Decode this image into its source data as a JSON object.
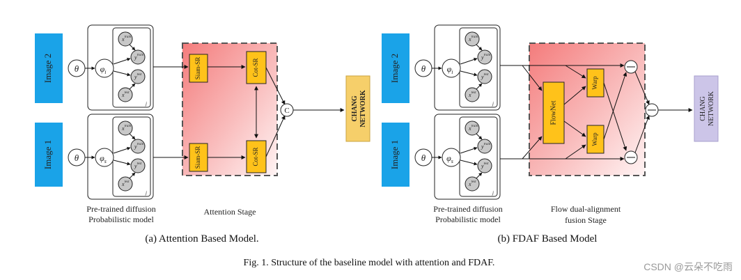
{
  "panel_a": {
    "image_top": "Image 2",
    "image_bottom": "Image 1",
    "theta": "θ",
    "phi_top": "φ",
    "phi_top_sub": "i",
    "phi_bottom": "φ",
    "phi_bottom_sub": "s",
    "plate_index": "j",
    "node_x_train": "x",
    "node_x_train_sup": "train",
    "node_y_train": "y",
    "node_y_train_sup": "train",
    "node_y_test": "y",
    "node_y_test_sup": "test",
    "node_x_test": "x",
    "node_x_test_sup": "test",
    "node_sub": "i,j",
    "siam_top": "Siam-SR",
    "siam_bottom": "Siam-SR",
    "cot_top": "Cot-SR",
    "cot_bottom": "Cot-SR",
    "concat_symbol": "C",
    "network_line1": "CHANG",
    "network_line2": "NETWORK",
    "model_label_line1": "Pre-trained diffusion",
    "model_label_line2": "Probabilistic model",
    "stage_label": "Attention Stage",
    "caption": "(a) Attention Based Model."
  },
  "panel_b": {
    "image_top": "Image 2",
    "image_bottom": "Image 1",
    "theta": "θ",
    "phi_top": "φ",
    "phi_top_sub": "i",
    "phi_bottom": "φ",
    "phi_bottom_sub": "s",
    "flownet": "FlowNet",
    "warp_top": "Warp",
    "warp_bottom": "Warp",
    "network_line1": "CHANG",
    "network_line2": "NETWORK",
    "model_label_line1": "Pre-trained diffusion",
    "model_label_line2": "Probabilistic model",
    "stage_label_line1": "Flow dual-alignment",
    "stage_label_line2": "fusion Stage",
    "caption": "(b) FDAF Based Model"
  },
  "figure_caption": "Fig. 1. Structure of the baseline model with attention and FDAF.",
  "watermark": "CSDN @云朵不吃雨",
  "colors": {
    "image_box": "#1aa3e8",
    "orange_box": "#ffc21a",
    "network_a": "#f6cf6a",
    "network_b": "#ccc5e8",
    "node_fill": "#c8c8c8",
    "stage_gradient_start": "#f47c7c",
    "stage_gradient_end": "#ffffff"
  }
}
